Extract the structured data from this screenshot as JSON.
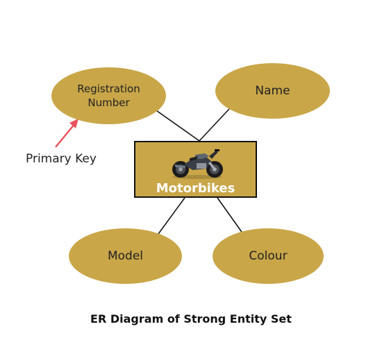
{
  "diagram": {
    "colors": {
      "attribute_fill": "#C9A648",
      "entity_fill": "#C9A648",
      "line": "#111111",
      "arrow": "#E8505B"
    },
    "entity": {
      "label": "Motorbikes",
      "icon": "motorbike-icon"
    },
    "attributes": {
      "registration": {
        "line1": "Registration",
        "line2": "Number"
      },
      "name": {
        "label": "Name"
      },
      "model": {
        "label": "Model"
      },
      "colour": {
        "label": "Colour"
      }
    },
    "annotation": {
      "label": "Primary Key"
    },
    "caption": "ER Diagram of Strong Entity Set"
  }
}
